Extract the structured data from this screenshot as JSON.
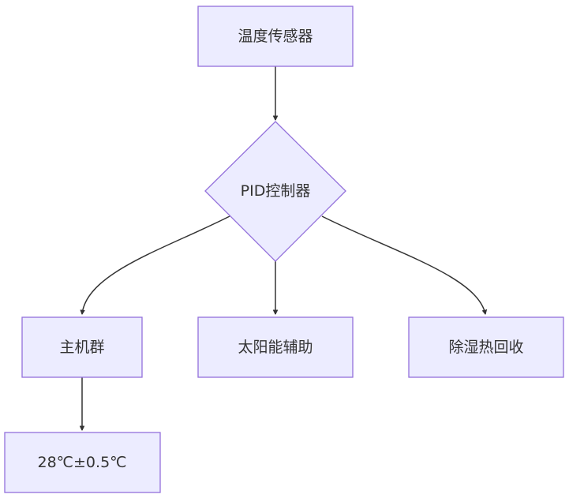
{
  "flowchart": {
    "nodes": {
      "sensor": {
        "label": "温度传感器"
      },
      "pid": {
        "label": "PID控制器"
      },
      "hosts": {
        "label": "主机群"
      },
      "solar": {
        "label": "太阳能辅助"
      },
      "dehumid": {
        "label": "除湿热回收"
      },
      "target": {
        "label": "28℃±0.5℃"
      }
    },
    "edges": [
      {
        "from": "温度传感器",
        "to": "PID控制器"
      },
      {
        "from": "PID控制器",
        "to": "主机群"
      },
      {
        "from": "PID控制器",
        "to": "太阳能辅助"
      },
      {
        "from": "PID控制器",
        "to": "除湿热回收"
      },
      {
        "from": "主机群",
        "to": "28℃±0.5℃"
      }
    ]
  },
  "colors": {
    "node_fill": "#ECECFF",
    "node_stroke": "#9370DB",
    "edge": "#333333",
    "text": "#333333"
  }
}
